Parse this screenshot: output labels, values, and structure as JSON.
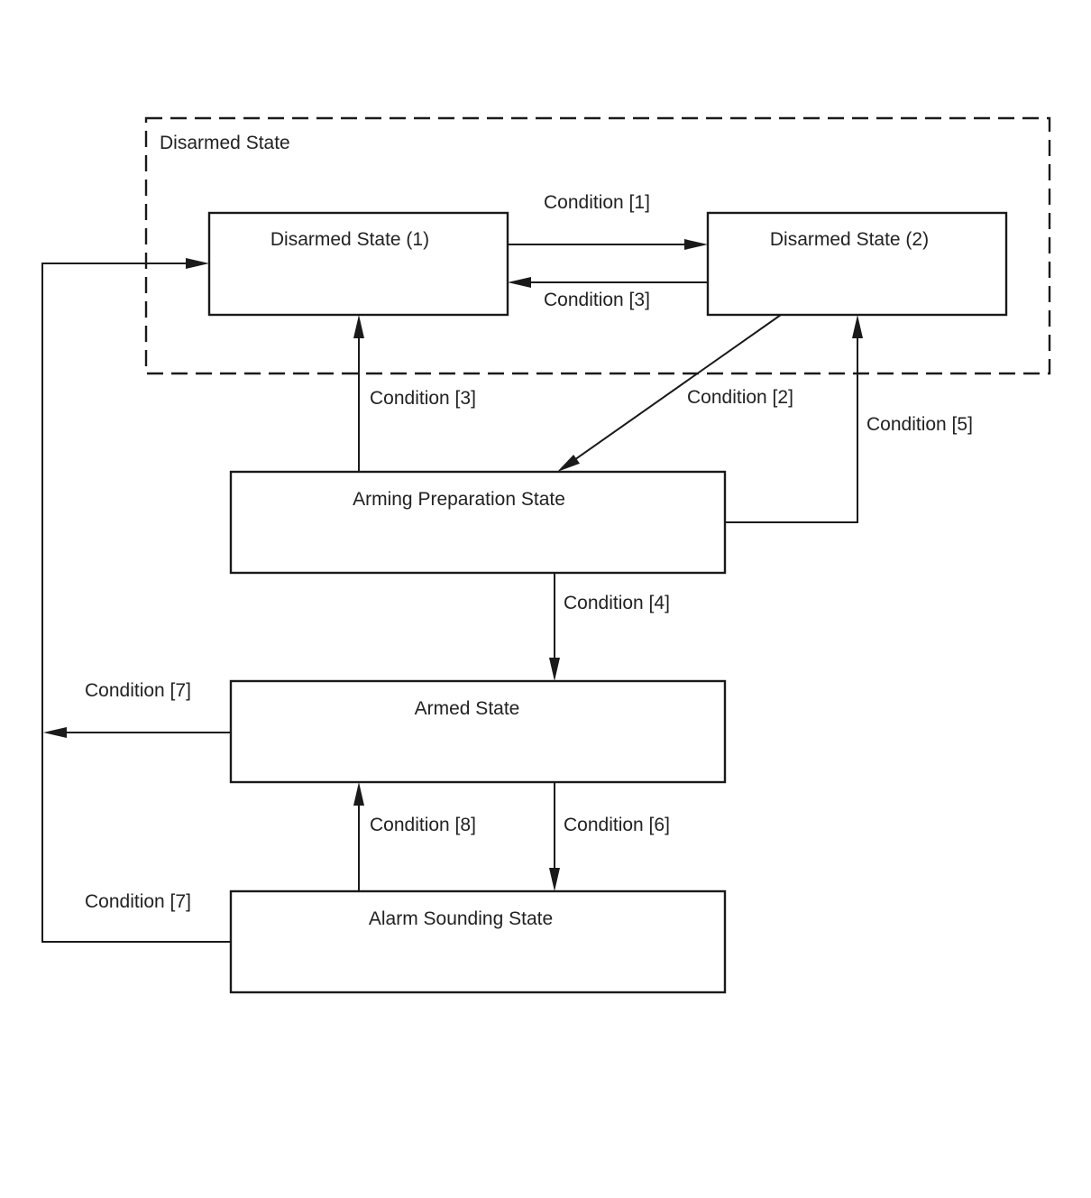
{
  "group": {
    "label": "Disarmed State"
  },
  "states": {
    "disarmed_1": "Disarmed State (1)",
    "disarmed_2": "Disarmed State (2)",
    "arming_prep": "Arming Preparation State",
    "armed": "Armed State",
    "alarm": "Alarm Sounding State"
  },
  "transitions": {
    "d1_to_d2": "Condition [1]",
    "d2_to_d1": "Condition [3]",
    "prep_to_d1": "Condition [3]",
    "d2_to_prep": "Condition [2]",
    "prep_to_d2": "Condition [5]",
    "prep_to_armed": "Condition [4]",
    "armed_to_d1": "Condition [7]",
    "alarm_to_armed": "Condition [8]",
    "armed_to_alarm": "Condition [6]",
    "alarm_to_d1": "Condition [7]"
  },
  "colors": {
    "stroke": "#1a1a1a",
    "text": "#222222",
    "background": "#ffffff"
  }
}
